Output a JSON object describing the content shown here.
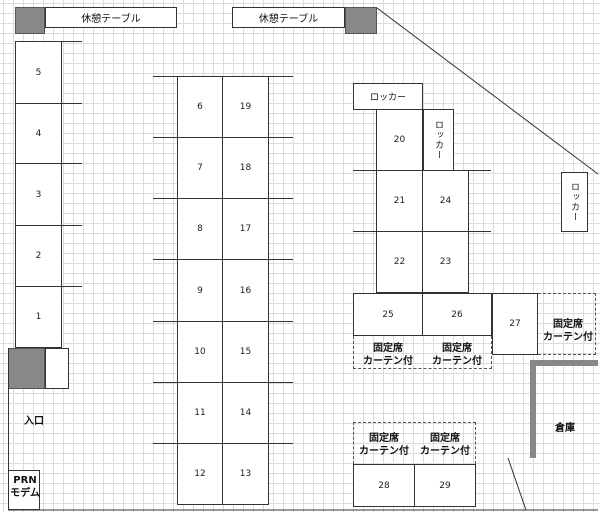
{
  "labels": {
    "break_table_1": "休憩テーブル",
    "break_table_2": "休憩テーブル",
    "locker_top": "ロッカー",
    "locker_mid": "ロッカー",
    "locker_right": "ロッカー",
    "entrance": "入口",
    "prn_modem": "PRN\nモデム",
    "storage": "倉庫",
    "fixed_curtain": "固定席\nカーテン付",
    "fixed_curtain_27": "固定席\nカーテン付"
  },
  "seats": {
    "s1": "1",
    "s2": "2",
    "s3": "3",
    "s4": "4",
    "s5": "5",
    "s6": "6",
    "s7": "7",
    "s8": "8",
    "s9": "9",
    "s10": "10",
    "s11": "11",
    "s12": "12",
    "s13": "13",
    "s14": "14",
    "s15": "15",
    "s16": "16",
    "s17": "17",
    "s18": "18",
    "s19": "19",
    "s20": "20",
    "s21": "21",
    "s22": "22",
    "s23": "23",
    "s24": "24",
    "s25": "25",
    "s26": "26",
    "s27": "27",
    "s28": "28",
    "s29": "29"
  }
}
